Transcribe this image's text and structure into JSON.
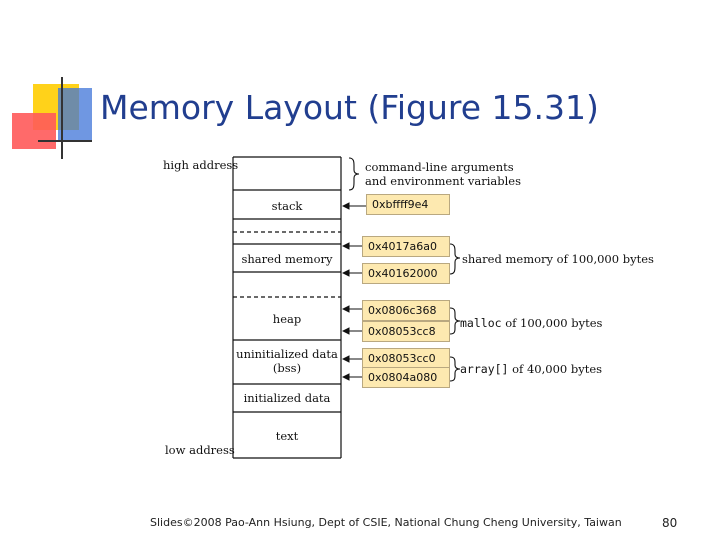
{
  "slide": {
    "title": "Memory Layout (Figure 15.31)",
    "footer": "Slides©2008 Pao-Ann Hsiung, Dept of CSIE, National Chung Cheng University, Taiwan",
    "page_number": "80"
  },
  "diagram": {
    "high_address_label": "high address",
    "low_address_label": "low address",
    "segments": {
      "stack": "stack",
      "shared_memory": "shared memory",
      "heap": "heap",
      "bss_line1": "uninitialized data",
      "bss_line2": "(bss)",
      "initialized_data": "initialized data",
      "text": "text"
    },
    "annotations": {
      "cmdline_line1": "command-line arguments",
      "cmdline_line2": "and environment variables",
      "shared_mem_size": "shared memory of 100,000 bytes",
      "malloc_code": "malloc",
      "malloc_rest": " of 100,000 bytes",
      "array_code": "array[]",
      "array_rest": " of 40,000 bytes"
    },
    "addresses": {
      "stack_top": "0xbffff9e4",
      "shm_high": "0x4017a6a0",
      "shm_low": "0x40162000",
      "heap_high": "0x0806c368",
      "heap_low": "0x08053cc8",
      "bss_high": "0x08053cc0",
      "bss_low": "0x0804a080"
    },
    "colors": {
      "title": "#213e8f",
      "address_box": "#fde9b0"
    }
  }
}
